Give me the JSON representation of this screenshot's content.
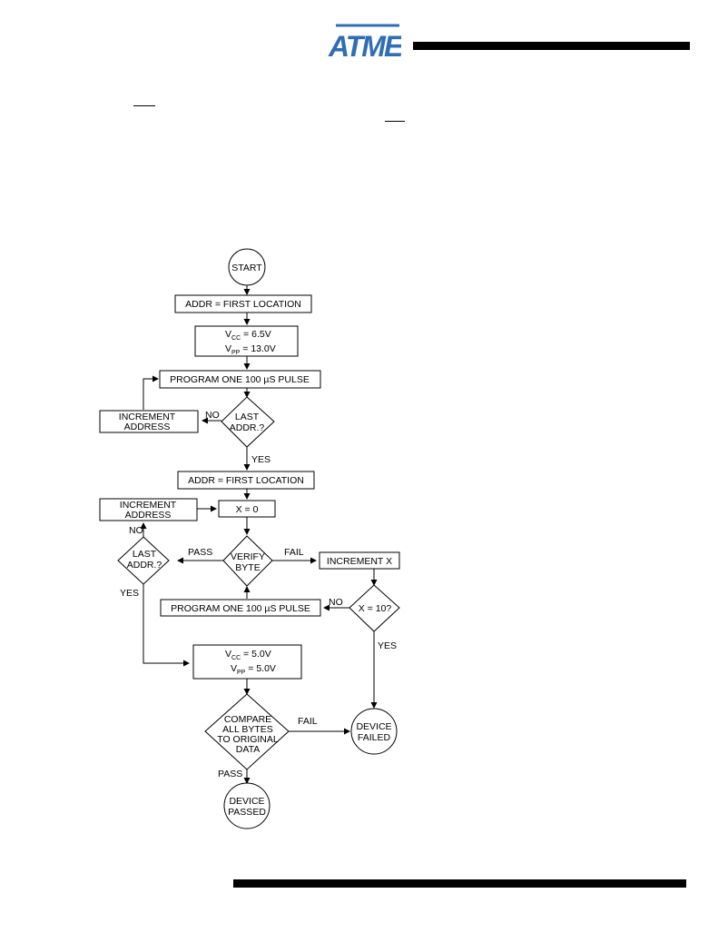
{
  "header": {
    "logo_text": "ATMEL",
    "logo_color": "#2f6db5"
  },
  "flowchart": {
    "start": "START",
    "addr_first_1": "ADDR = FIRST LOCATION",
    "vcc_high": "6.5V",
    "vpp_high": "13.0V",
    "vcc_sub": "CC",
    "vpp_sub": "PP",
    "v_letter": "V",
    "eq": " = ",
    "program_pulse_1": "PROGRAM ONE 100 µS PULSE",
    "increment_address_1_line1": "INCREMENT",
    "increment_address_1_line2": "ADDRESS",
    "last_addr_1_line1": "LAST",
    "last_addr_1_line2": "ADDR.?",
    "no_1": "NO",
    "yes_1": "YES",
    "addr_first_2": "ADDR = FIRST LOCATION",
    "increment_address_2_line1": "INCREMENT",
    "increment_address_2_line2": "ADDRESS",
    "x_equals_0": "X = 0",
    "no_2": "NO",
    "last_addr_2_line1": "LAST",
    "last_addr_2_line2": "ADDR.?",
    "pass_1": "PASS",
    "verify_line1": "VERIFY",
    "verify_line2": "BYTE",
    "fail_1": "FAIL",
    "increment_x": "INCREMENT X",
    "yes_2": "YES",
    "program_pulse_2": "PROGRAM ONE 100 µS PULSE",
    "no_3": "NO",
    "x_equals_10": "X = 10?",
    "yes_3": "YES",
    "vcc_low": "5.0V",
    "vpp_low": "5.0V",
    "compare_line1": "COMPARE",
    "compare_line2": "ALL BYTES",
    "compare_line3": "TO ORIGINAL",
    "compare_line4": "DATA",
    "fail_2": "FAIL",
    "device_failed_line1": "DEVICE",
    "device_failed_line2": "FAILED",
    "pass_2": "PASS",
    "device_passed_line1": "DEVICE",
    "device_passed_line2": "PASSED"
  }
}
